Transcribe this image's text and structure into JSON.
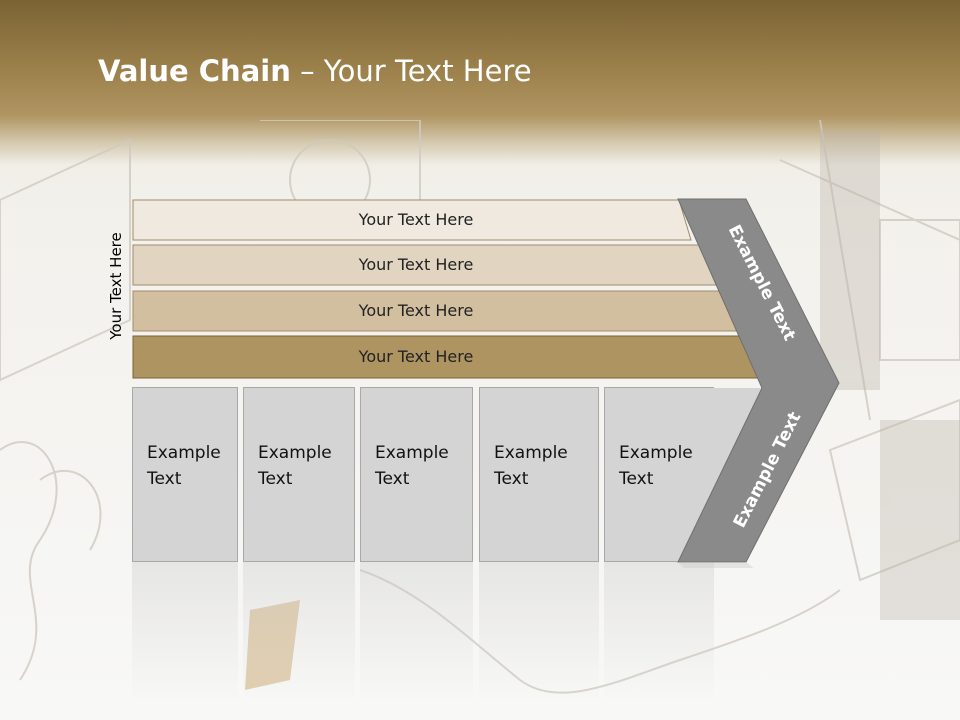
{
  "slide": {
    "title_bold": "Value Chain",
    "title_rest": " – Your Text Here",
    "side_label": "Your Text Here"
  },
  "bars": [
    {
      "label": "Your Text Here",
      "color": "#efe9df"
    },
    {
      "label": "Your Text Here",
      "color": "#e1d5c1"
    },
    {
      "label": "Your Text Here",
      "color": "#d2bf9f"
    },
    {
      "label": "Your Text Here",
      "color": "#ae9461"
    }
  ],
  "boxes": [
    {
      "line1": "Example",
      "line2": "Text"
    },
    {
      "line1": "Example",
      "line2": "Text"
    },
    {
      "line1": "Example",
      "line2": "Text"
    },
    {
      "line1": "Example",
      "line2": "Text"
    },
    {
      "line1": "Example",
      "line2": "Text"
    }
  ],
  "chevron": {
    "upper_label": "Example Text",
    "lower_label": "Example Text",
    "color": "#8a8a8a"
  }
}
